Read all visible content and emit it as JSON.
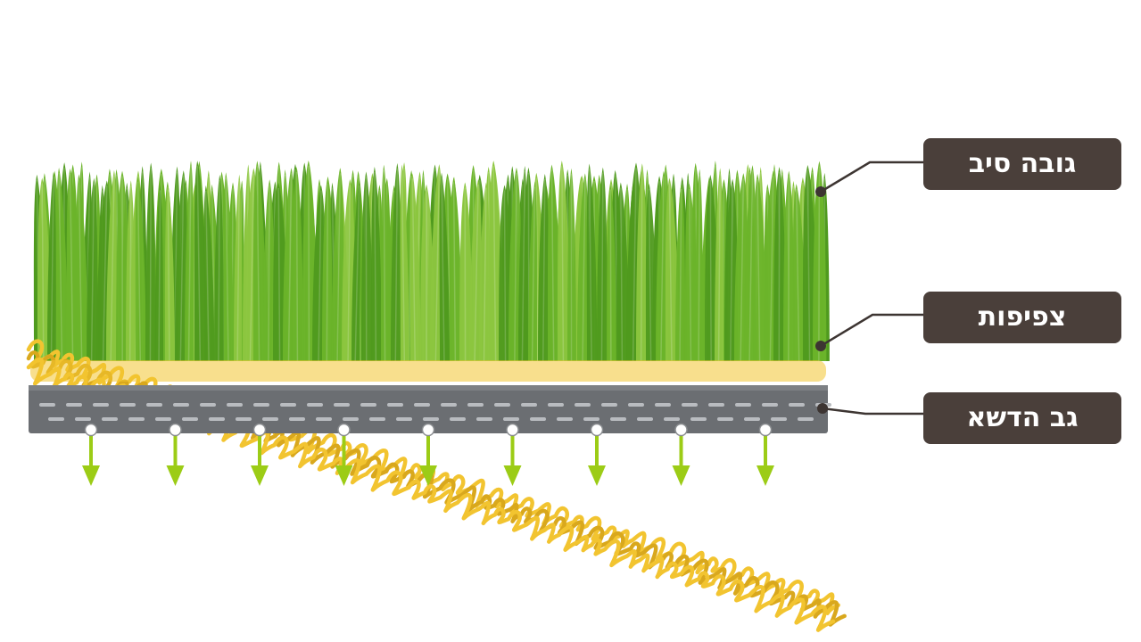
{
  "labels": {
    "fiber_height": "גובה סיב",
    "density": "צפיפות",
    "backing": "גב הדשא"
  },
  "colors": {
    "label_bg": "#4a3f3a",
    "grass_dark": "#4f9a1e",
    "grass_mid": "#6bb42a",
    "grass_light": "#8cc63f",
    "thatch": "#f2c430",
    "thatch_dark": "#d9a81d",
    "backing": "#6b6e72",
    "backing_stitch": "#b9bcc0",
    "drain_arrow": "#9ccc16"
  },
  "icons": {
    "drain": "arrow-down-icon"
  }
}
